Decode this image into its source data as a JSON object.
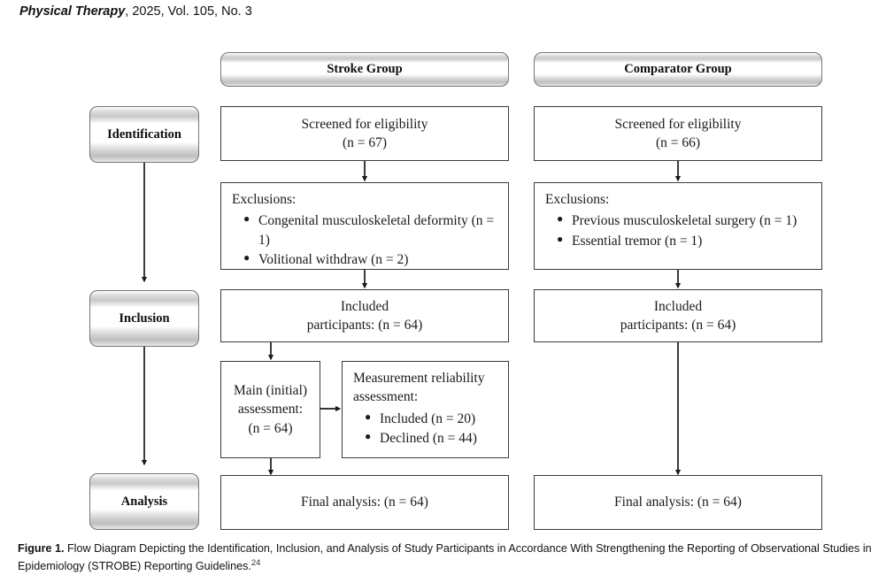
{
  "header": {
    "journal": "Physical Therapy",
    "issue": ", 2025, Vol. 105, No. 3"
  },
  "diagram": {
    "stages": [
      {
        "id": "identification",
        "label": "Identification"
      },
      {
        "id": "inclusion",
        "label": "Inclusion"
      },
      {
        "id": "analysis",
        "label": "Analysis"
      }
    ],
    "columns": [
      {
        "id": "stroke",
        "header": "Stroke Group"
      },
      {
        "id": "comparator",
        "header": "Comparator Group"
      }
    ],
    "stroke": {
      "screened_line1": "Screened for eligibility",
      "screened_line2": "(n = 67)",
      "exclusions_title": "Exclusions:",
      "exclusions_items": [
        "Congenital musculoskeletal deformity (n = 1)",
        "Volitional withdraw (n = 2)"
      ],
      "included_line1": "Included",
      "included_line2": "participants: (n = 64)",
      "main_line1": "Main (initial)",
      "main_line2": "assessment:",
      "main_line3": "(n = 64)",
      "reliability_line1": "Measurement reliability",
      "reliability_line2": "assessment:",
      "reliability_items": [
        "Included (n = 20)",
        "Declined (n = 44)"
      ],
      "final": "Final analysis: (n = 64)"
    },
    "comparator": {
      "screened_line1": "Screened for eligibility",
      "screened_line2": "(n = 66)",
      "exclusions_title": "Exclusions:",
      "exclusions_items": [
        "Previous musculoskeletal surgery (n = 1)",
        "Essential tremor (n = 1)"
      ],
      "included_line1": "Included",
      "included_line2": "participants: (n = 64)",
      "final": "Final analysis: (n = 64)"
    },
    "bullet_glyph": "●"
  },
  "caption": {
    "label": "Figure 1.",
    "text": " Flow Diagram Depicting the Identification, Inclusion, and Analysis of Study Participants in Accordance With Strengthening the Reporting of Observational Studies in Epidemiology (STROBE) Reporting Guidelines.",
    "reference": "24"
  },
  "colors": {
    "border": "#3b3b3b",
    "chip_border": "#767676",
    "arrow": "#1a1a1a",
    "text": "#111111",
    "reference": "#2b2b5e"
  }
}
